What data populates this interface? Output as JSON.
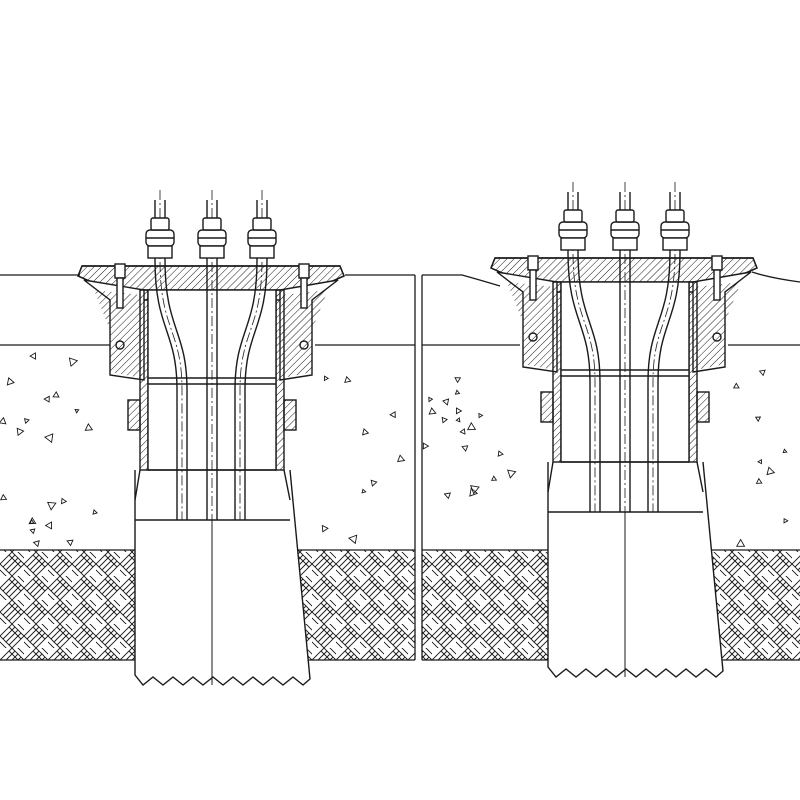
{
  "drawing": {
    "colors": {
      "line": "#1a1a1a",
      "background": "#ffffff"
    },
    "assemblies": [
      {
        "id": "left",
        "cables": 3
      },
      {
        "id": "right",
        "cables": 3
      }
    ]
  }
}
